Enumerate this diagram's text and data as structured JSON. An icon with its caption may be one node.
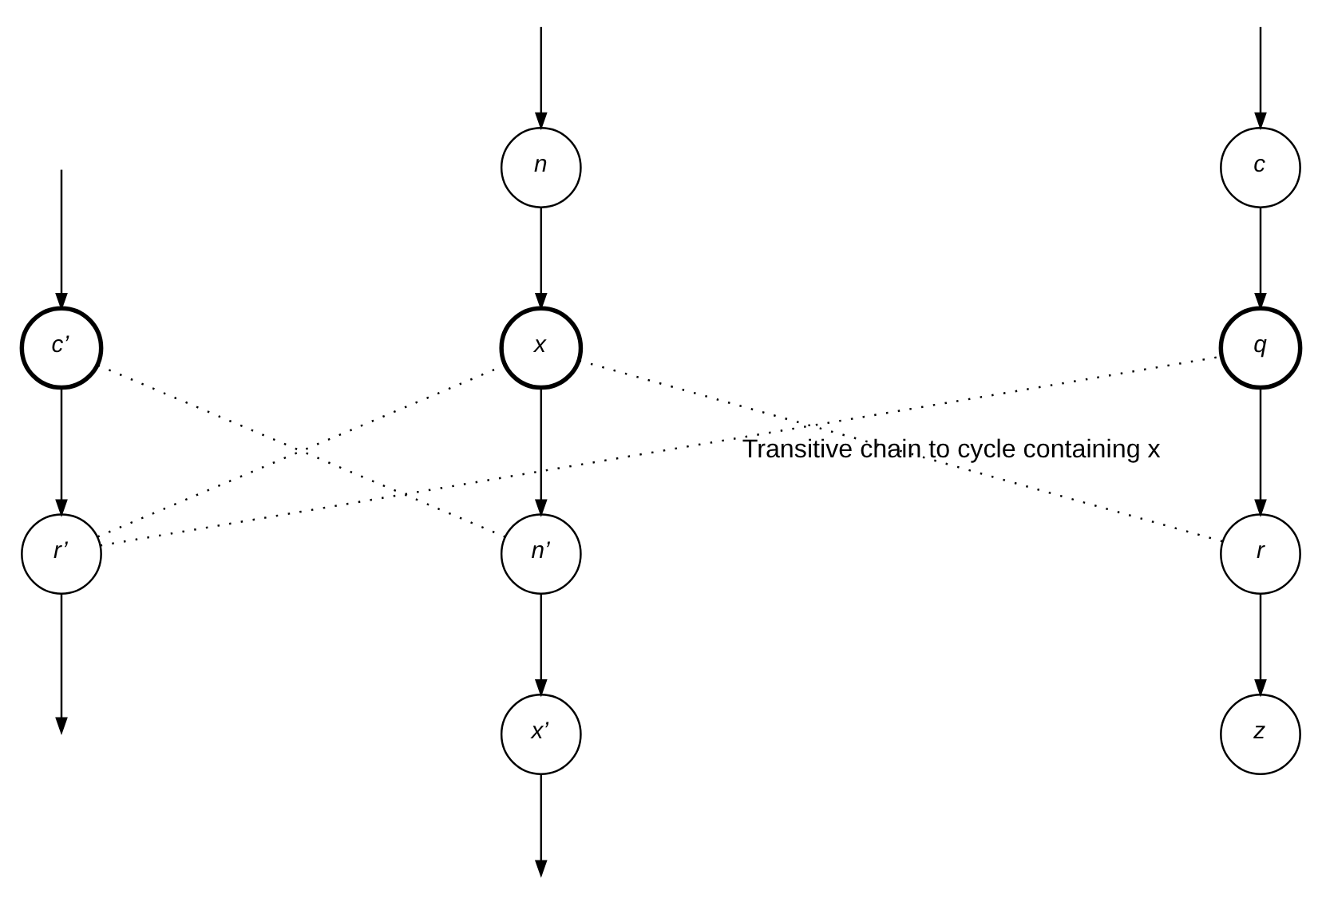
{
  "diagram": {
    "nodes": [
      {
        "text": [
          "c"
        ]
      },
      {
        "text": [
          "n"
        ]
      },
      {
        "text": [
          "q"
        ]
      },
      {
        "text": [
          "x"
        ]
      },
      {
        "text": [
          "c’"
        ]
      },
      {
        "text": [
          "r"
        ]
      },
      {
        "text": [
          "n’"
        ]
      },
      {
        "text": [
          "r’"
        ]
      },
      {
        "text": [
          "z"
        ]
      },
      {
        "text": [
          "x’"
        ]
      }
    ],
    "edges": [
      {
        "from": null,
        "to": 0,
        "arrow": "to"
      },
      {
        "from": null,
        "to": 1,
        "arrow": "to"
      },
      {
        "from": 0,
        "to": 2,
        "arrow": "to"
      },
      {
        "from": 1,
        "to": 3,
        "arrow": "to"
      },
      {
        "from": null,
        "to": 4,
        "arrow": "to"
      },
      {
        "from": 2,
        "to": 5,
        "arrow": "to"
      },
      {
        "from": 3,
        "to": 6,
        "arrow": "to"
      },
      {
        "from": 4,
        "to": 7,
        "arrow": "to"
      },
      {
        "from": 5,
        "to": 8,
        "arrow": "to"
      },
      {
        "from": 6,
        "to": 9,
        "arrow": "to"
      },
      {
        "from": 7,
        "to": null,
        "arrow": "to"
      },
      {
        "from": 9,
        "to": null,
        "arrow": "to"
      },
      {
        "from": 5,
        "to": 3,
        "arrow": "none",
        "style": "dashed"
      },
      {
        "from": 6,
        "to": 4,
        "arrow": "none",
        "style": "dashed"
      },
      {
        "from": 3,
        "to": 7,
        "arrow": "none",
        "style": "dashed"
      },
      {
        "from": 7,
        "to": 2,
        "arrow": "none",
        "style": "dashed",
        "label": "Transitive chain to cycle containing x"
      }
    ]
  }
}
